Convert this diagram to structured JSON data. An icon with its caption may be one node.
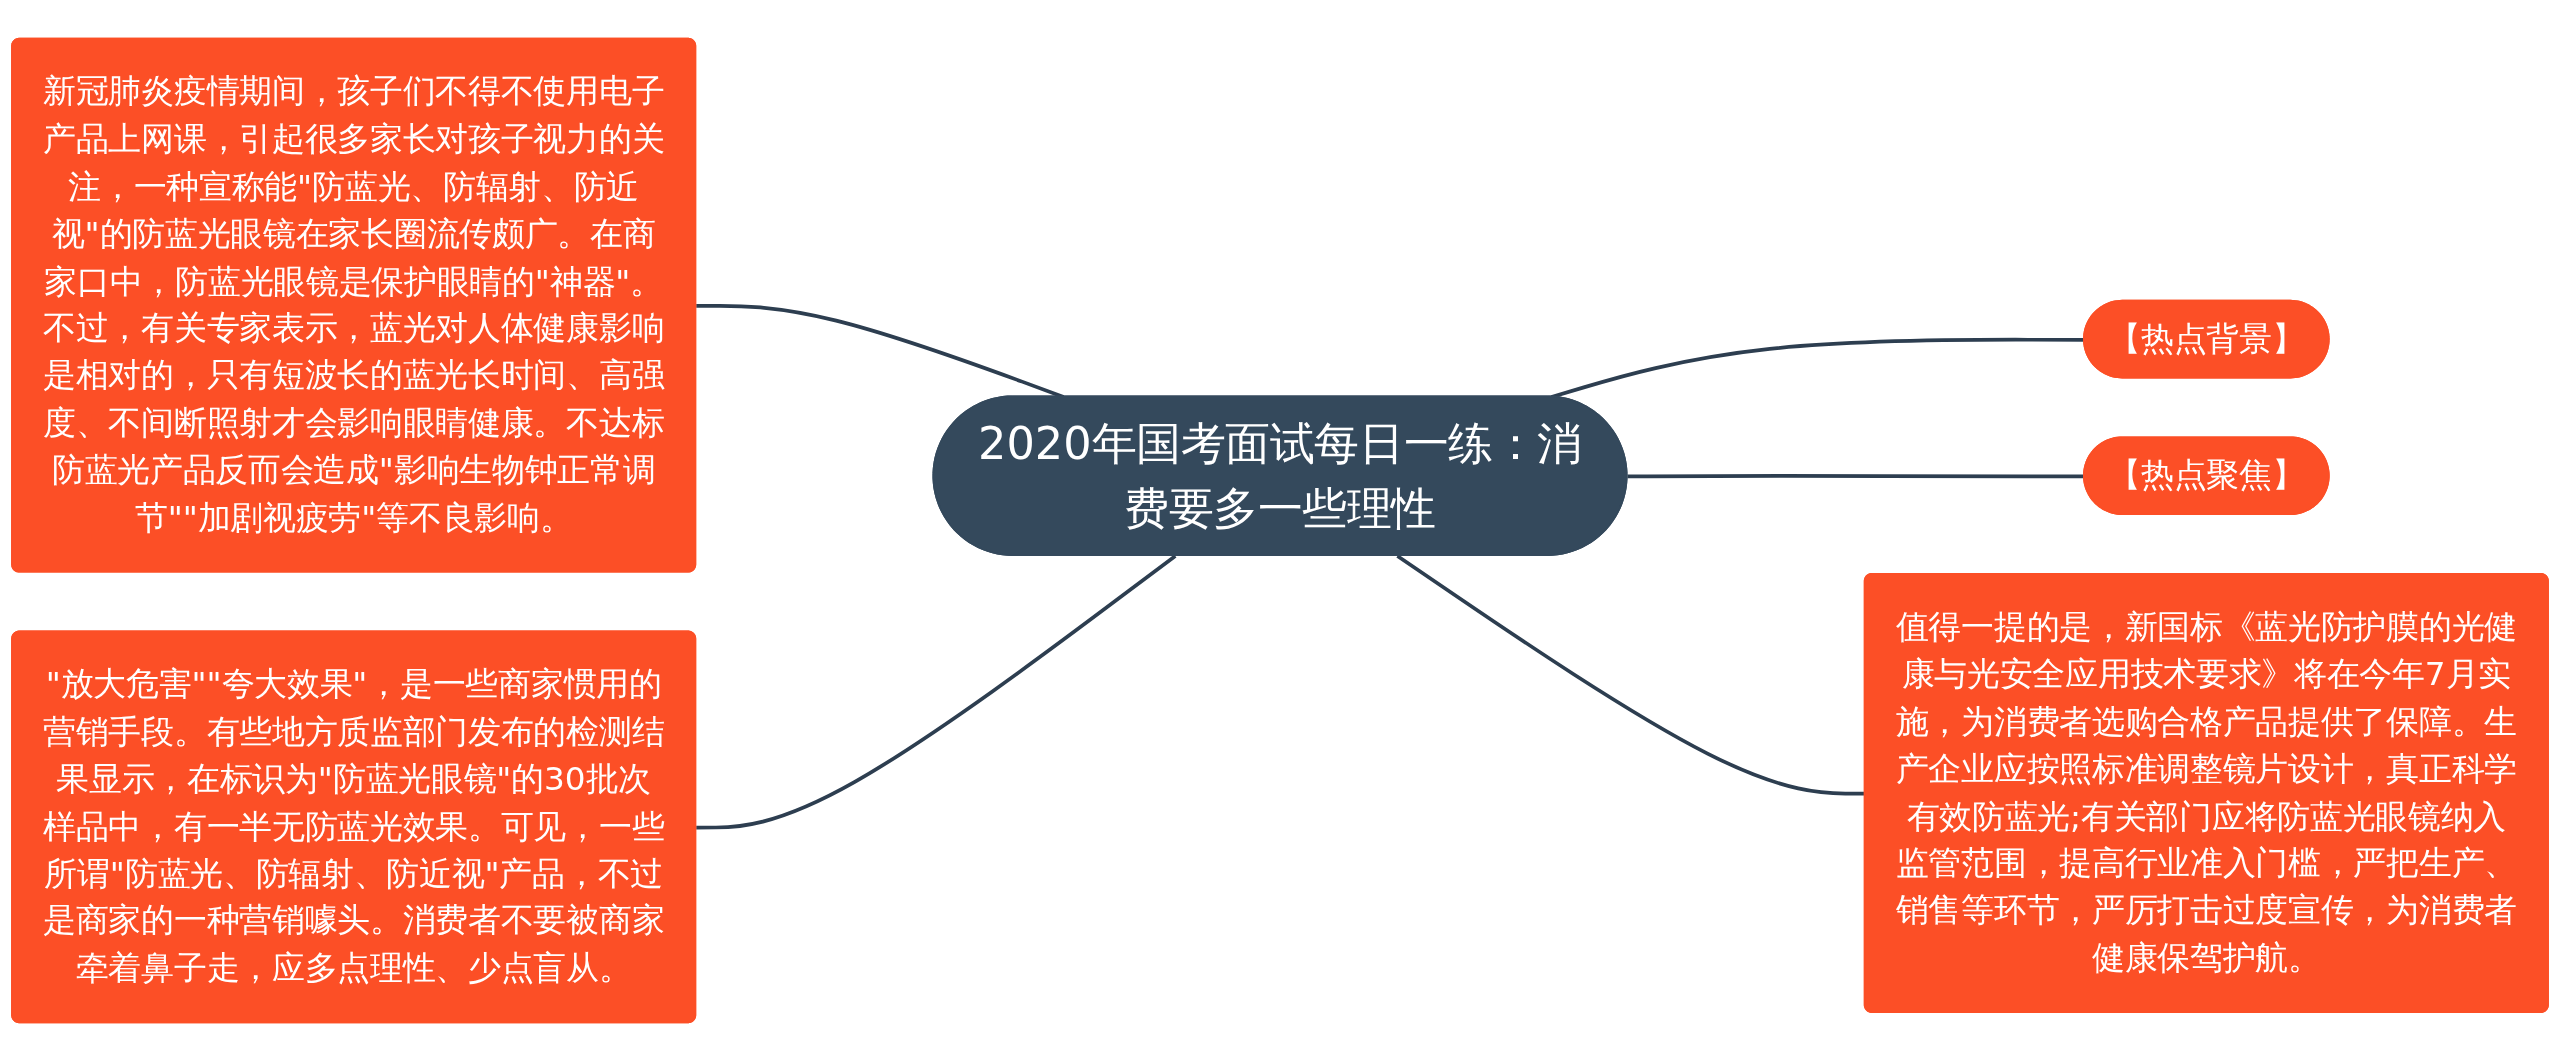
{
  "diagram": {
    "nodes": [
      {
        "text": [
          "2020年国考面试每日一练：消费要多一些理性"
        ]
      },
      {
        "text": [
          "新冠肺炎疫情期间，孩子们不得不使用电子产品上网课，引起很多家长对孩子视力的关注，一种宣称能\"防蓝光、防辐射、防近视\"的防蓝光眼镜在家长圈流传颇广。在商家口中，防蓝光眼镜是保护眼睛的\"神器\"。不过，有关专家表示，蓝光对人体健康影响是相对的，只有短波长的蓝光长时间、高强度、不间断照射才会影响眼睛健康。不达标防蓝光产品反而会造成\"影响生物钟正常调节\"\"加剧视疲劳\"等不良影响。"
        ]
      },
      {
        "text": [
          "\"放大危害\"\"夸大效果\"，是一些商家惯用的营销手段。有些地方质监部门发布的检测结果显示，在标识为\"防蓝光眼镜\"的30批次样品中，有一半无防蓝光效果。可见，一些所谓\"防蓝光、防辐射、防近视\"产品，不过是商家的一种营销噱头。消费者不要被商家牵着鼻子走，应多点理性、少点盲从。"
        ]
      },
      {
        "text": [
          "【热点背景】"
        ]
      },
      {
        "text": [
          "【热点聚焦】"
        ]
      },
      {
        "text": [
          "值得一提的是，新国标《蓝光防护膜的光健康与光安全应用技术要求》将在今年7月实施，为消费者选购合格产品提供了保障。生产企业应按照标准调整镜片设计，真正科学有效防蓝光;有关部门应将防蓝光眼镜纳入监管范围，提高行业准入门槛，严把生产、销售等环节，严厉打击过度宣传，为消费者健康保驾护航。"
        ]
      }
    ],
    "edges": [
      {
        "from": 0,
        "to": 1,
        "arrow": "none"
      },
      {
        "from": 0,
        "to": 2,
        "arrow": "none"
      },
      {
        "from": 0,
        "to": 3,
        "arrow": "none"
      },
      {
        "from": 0,
        "to": 4,
        "arrow": "none"
      },
      {
        "from": 0,
        "to": 5,
        "arrow": "none"
      }
    ]
  }
}
